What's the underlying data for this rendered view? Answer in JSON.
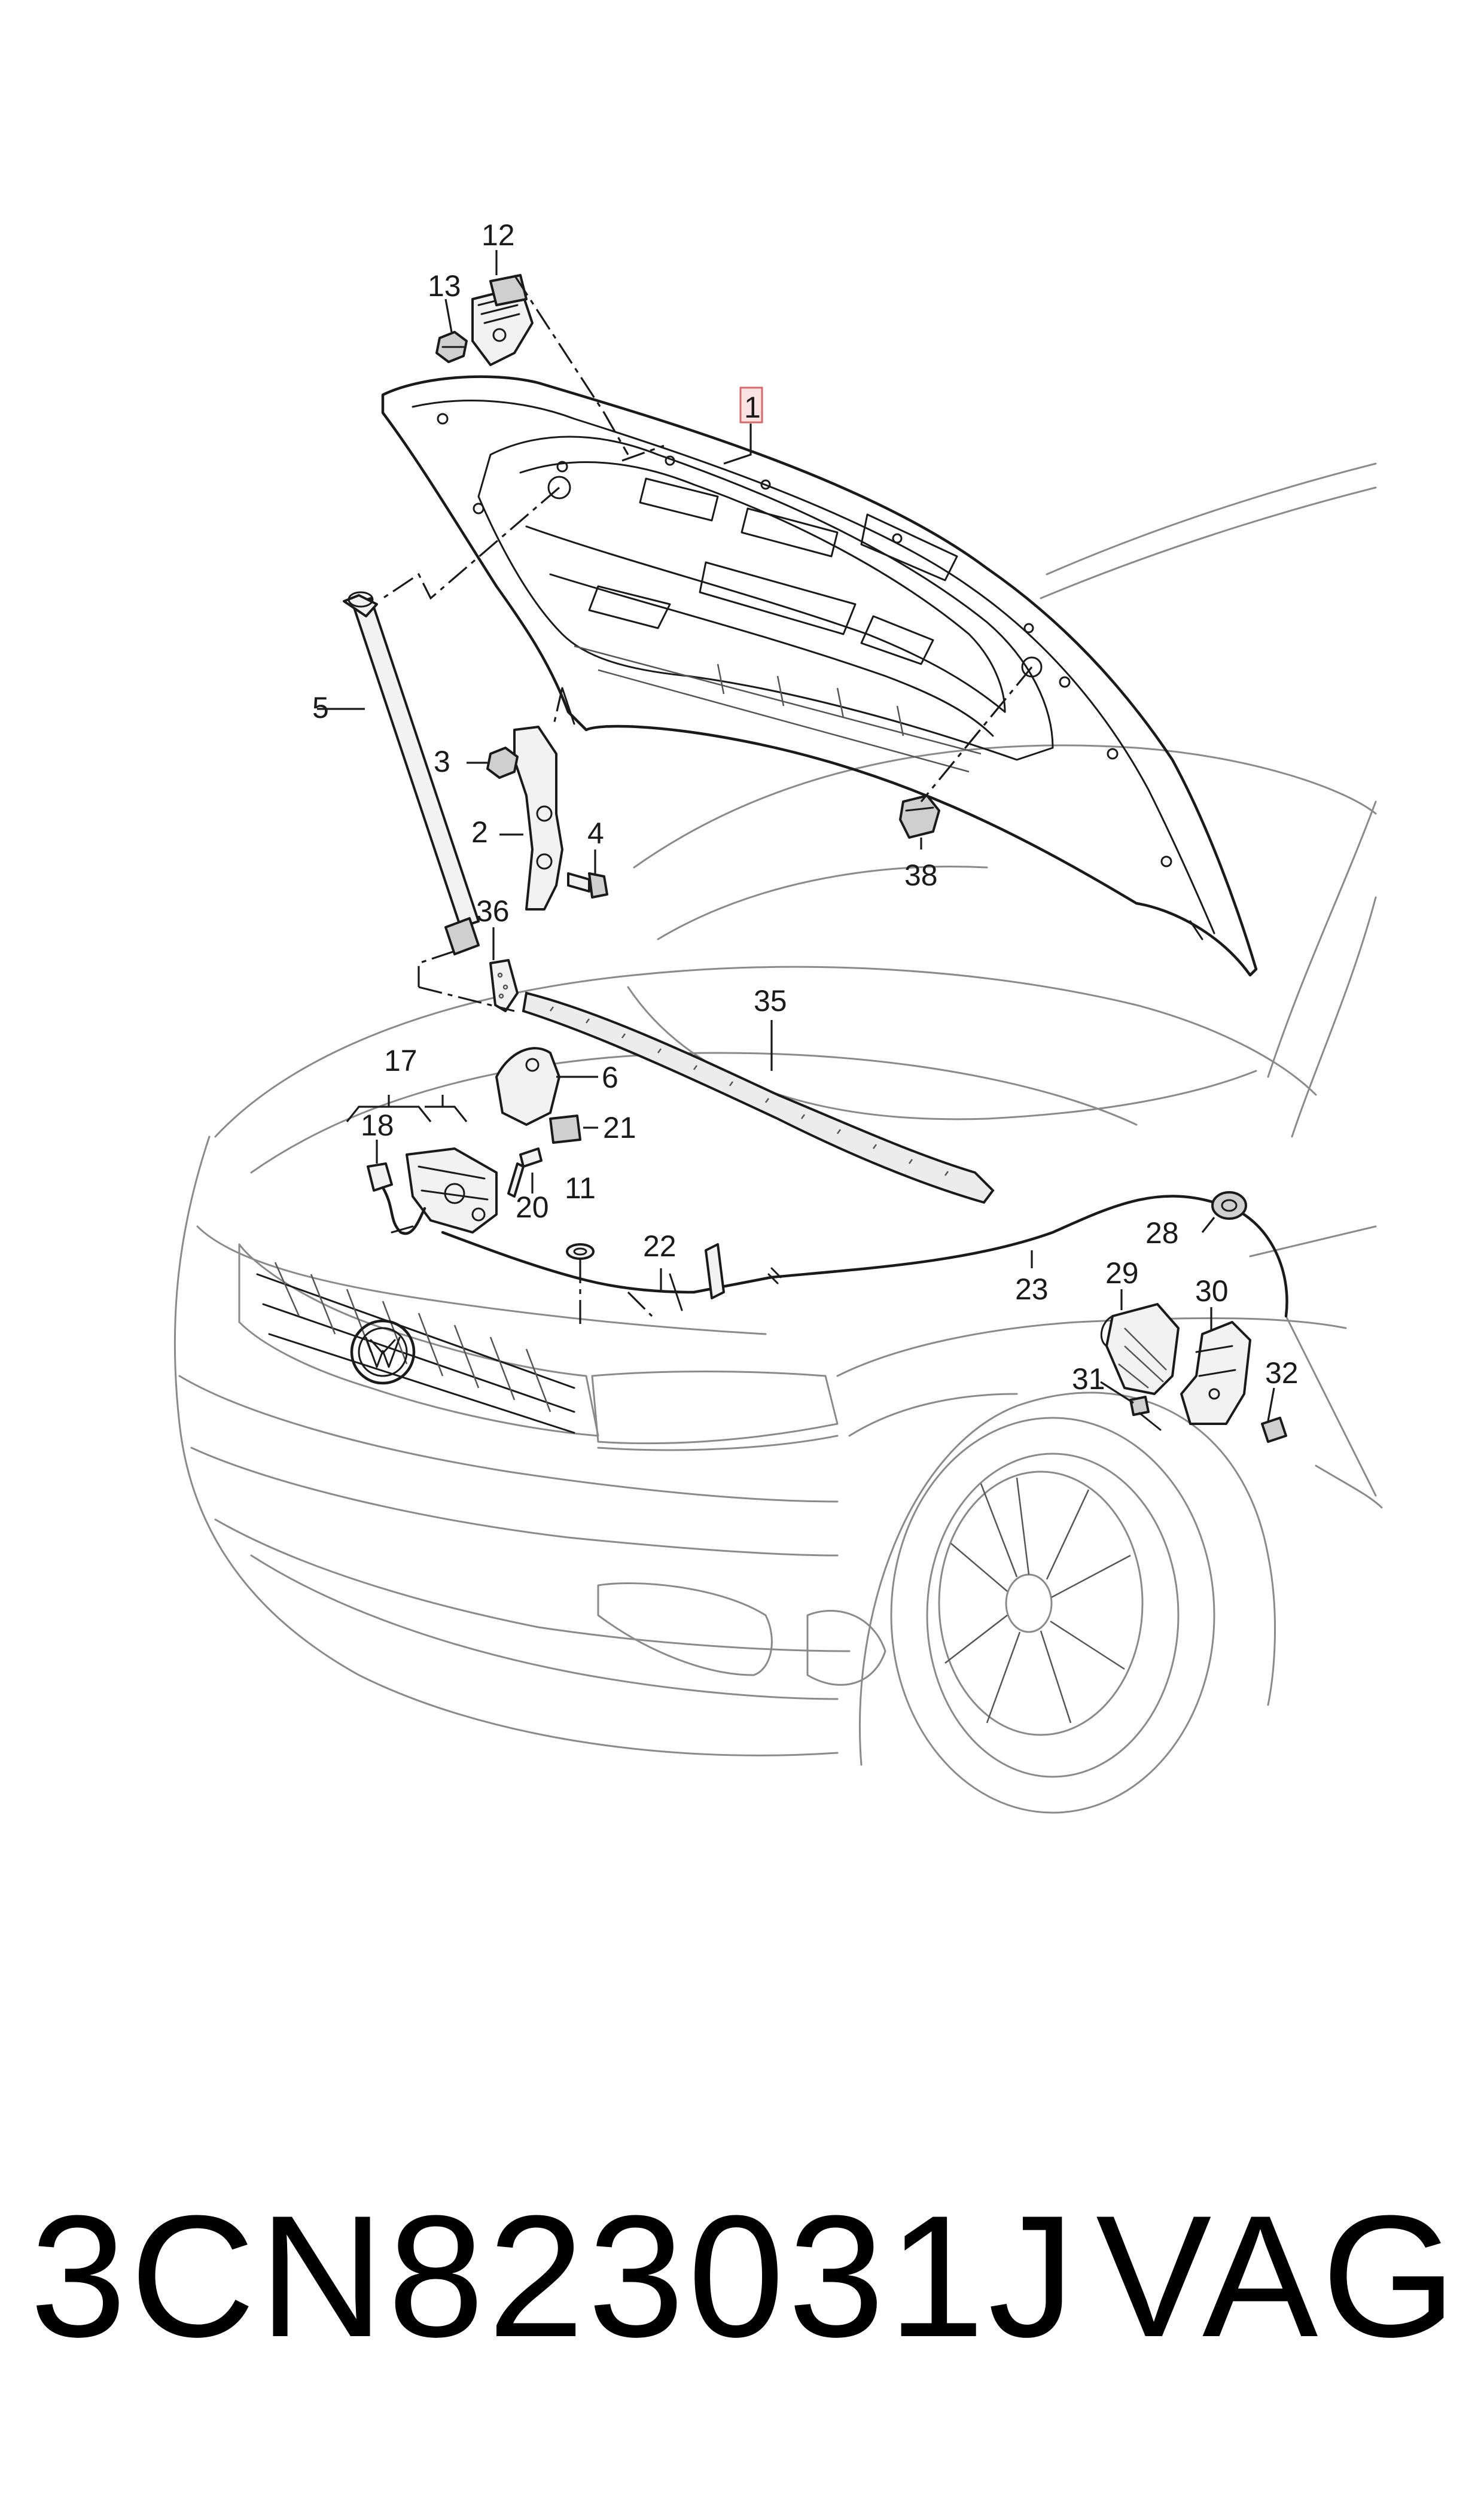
{
  "diagram": {
    "callouts": [
      {
        "id": "1",
        "highlighted": true
      },
      {
        "id": "2"
      },
      {
        "id": "3"
      },
      {
        "id": "4"
      },
      {
        "id": "5"
      },
      {
        "id": "6"
      },
      {
        "id": "11"
      },
      {
        "id": "12"
      },
      {
        "id": "13"
      },
      {
        "id": "17"
      },
      {
        "id": "18"
      },
      {
        "id": "20"
      },
      {
        "id": "21"
      },
      {
        "id": "22"
      },
      {
        "id": "23"
      },
      {
        "id": "28"
      },
      {
        "id": "29"
      },
      {
        "id": "30"
      },
      {
        "id": "31"
      },
      {
        "id": "32"
      },
      {
        "id": "35"
      },
      {
        "id": "36"
      },
      {
        "id": "38"
      }
    ],
    "highlight_color": "#d66a6a"
  },
  "footer": {
    "part_number": "3CN823031J",
    "brand": "VAG"
  }
}
